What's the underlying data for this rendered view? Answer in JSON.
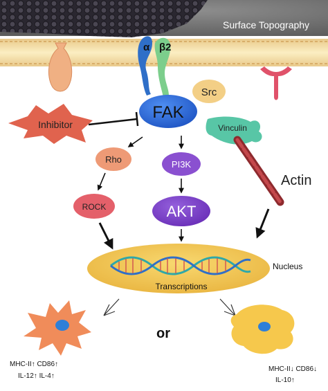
{
  "surface_label": "Surface Topography",
  "integrin": {
    "alpha": "α",
    "beta": "β2"
  },
  "nodes": {
    "fak": "FAK",
    "src": "Src",
    "inhibitor": "Inhibitor",
    "vinculin": "Vinculin",
    "actin": "Actin",
    "rho": "Rho",
    "pi3k": "PI3K",
    "rock": "ROCK",
    "akt": "AKT",
    "nucleus": "Nucleus",
    "transcriptions": "Transcriptions"
  },
  "connector": "or",
  "m1_markers": {
    "line1": "MHC-II↑  CD86↑",
    "line2": "IL-12↑  IL-4↑"
  },
  "m2_markers": {
    "line1": "MHC-II↓ CD86↓",
    "line2": "IL-10↑"
  },
  "colors": {
    "membrane": "#f6dfa0",
    "fak": "#2f6fe0",
    "src": "#f3cf86",
    "inhibitor": "#e0634e",
    "vinculin": "#58c6a6",
    "actin": "#b63c3f",
    "rho": "#ee9a76",
    "rock": "#e4606a",
    "pi3k": "#8a50d0",
    "akt": "#7a3cc6",
    "nucleus": "#f2c64c",
    "m1_cell": "#f08c5a",
    "m2_cell": "#f6c84c"
  }
}
